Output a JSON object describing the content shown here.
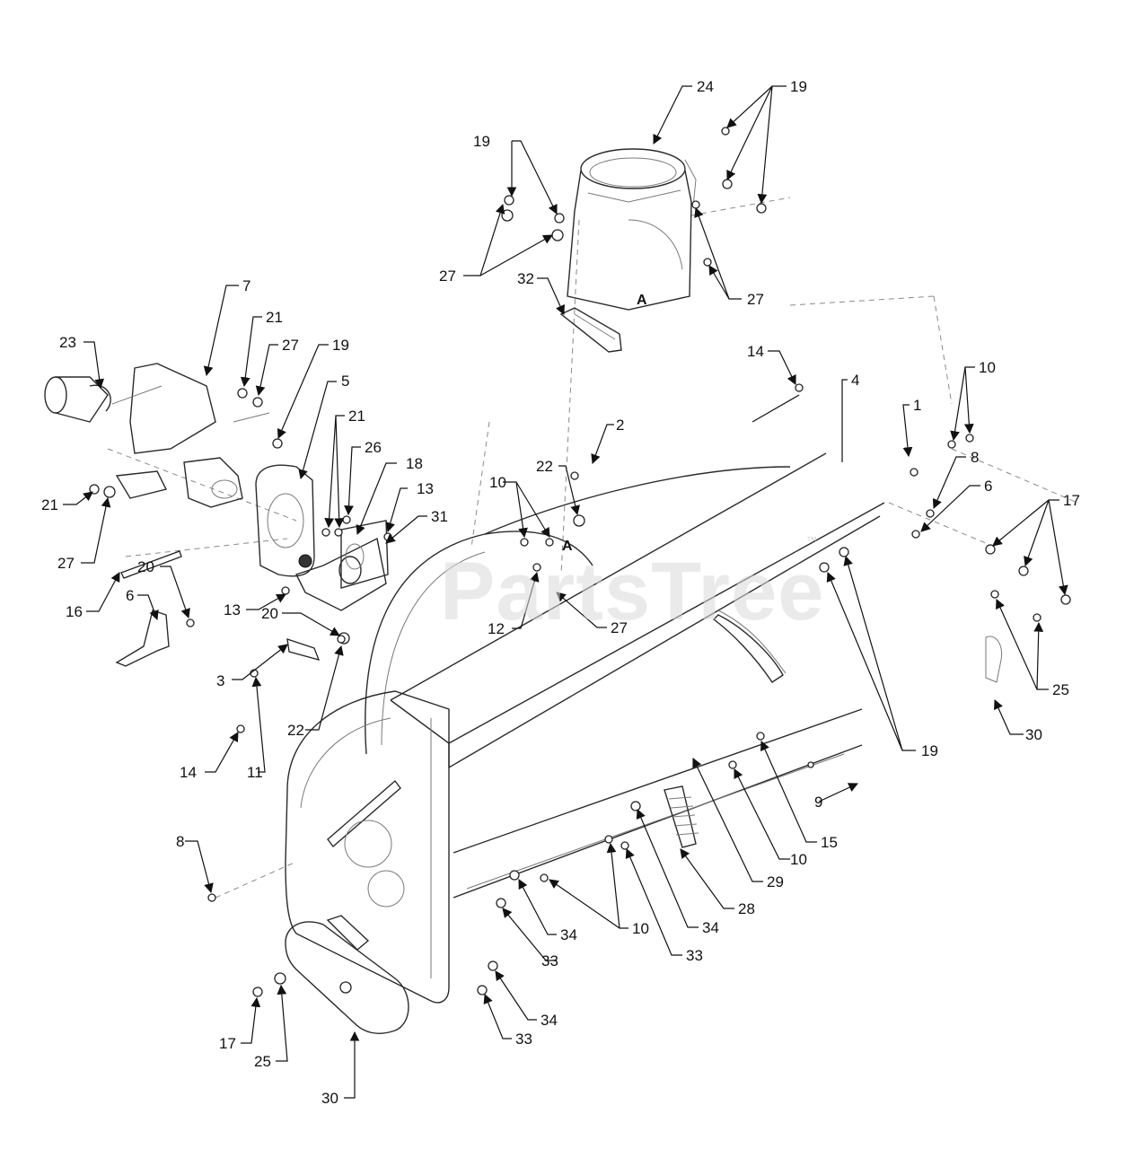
{
  "diagram": {
    "watermark": "PartsTree",
    "watermark_mark": "™",
    "view_marker": "A",
    "callouts": [
      "1",
      "2",
      "3",
      "4",
      "5",
      "6",
      "7",
      "8",
      "9",
      "10",
      "11",
      "12",
      "13",
      "14",
      "15",
      "16",
      "17",
      "18",
      "19",
      "20",
      "21",
      "22",
      "23",
      "24",
      "25",
      "26",
      "27",
      "28",
      "29",
      "30",
      "31",
      "32",
      "33",
      "34"
    ]
  }
}
